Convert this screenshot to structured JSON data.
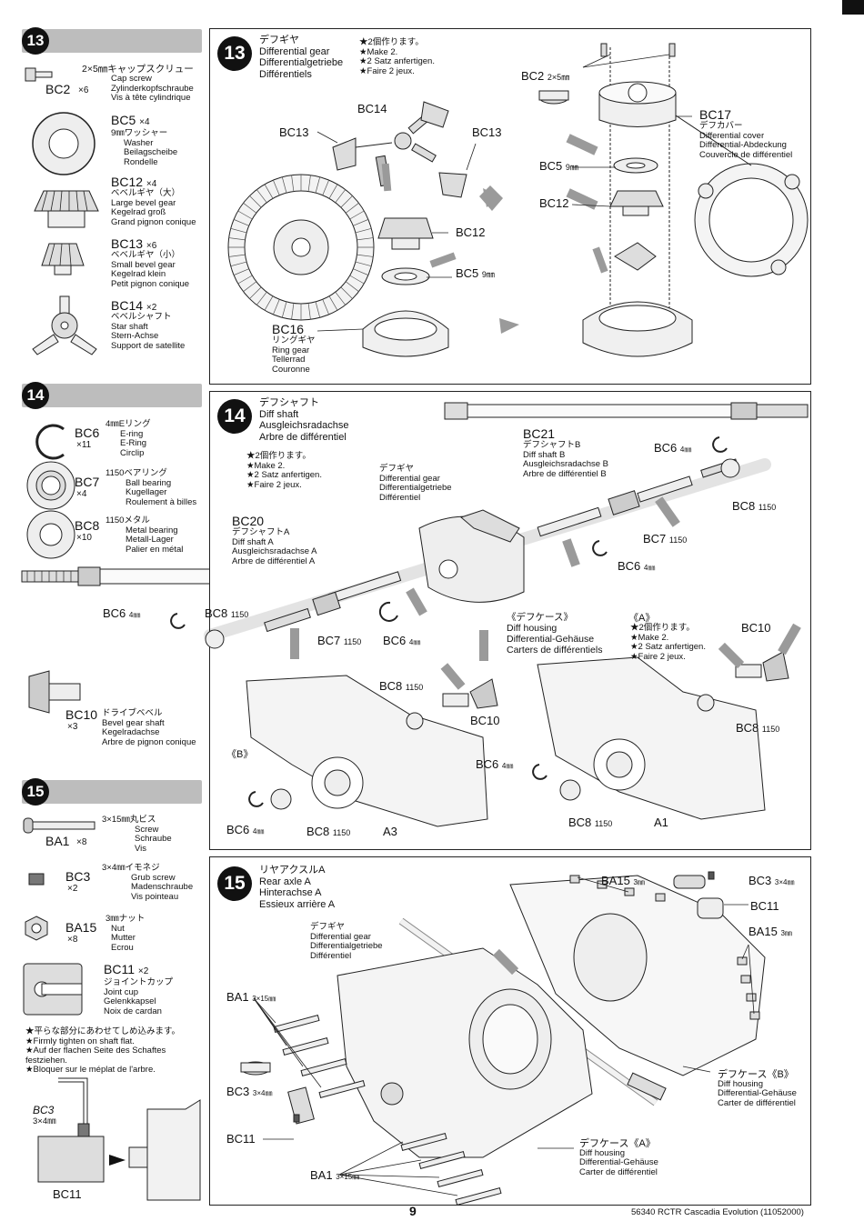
{
  "page_number": "9",
  "footer": "56340 RCTR Cascadia Evolution (11052000)",
  "step13": {
    "num": "13",
    "side": [
      {
        "code": "BC2",
        "qty": "×6",
        "size": "2×5㎜キャップスクリュー",
        "names": [
          "Cap screw",
          "Zylinderkopfschraube",
          "Vis à tête cylindrique"
        ]
      },
      {
        "code": "BC5",
        "qty": "×4",
        "size": "9㎜ワッシャー",
        "names": [
          "Washer",
          "Beilagscheibe",
          "Rondelle"
        ]
      },
      {
        "code": "BC12",
        "qty": "×4",
        "size": "ベベルギヤ（大）",
        "names": [
          "Large bevel gear",
          "Kegelrad groß",
          "Grand pignon conique"
        ]
      },
      {
        "code": "BC13",
        "qty": "×6",
        "size": "ベベルギヤ（小）",
        "names": [
          "Small bevel gear",
          "Kegelrad klein",
          "Petit pignon conique"
        ]
      },
      {
        "code": "BC14",
        "qty": "×2",
        "size": "ベベルシャフト",
        "names": [
          "Star shaft",
          "Stern-Achse",
          "Support de satellite"
        ]
      }
    ],
    "title": [
      "デフギヤ",
      "Differential gear",
      "Differentialgetriebe",
      "Différentiels"
    ],
    "make2": [
      "★2個作ります。",
      "★Make 2.",
      "★2 Satz anfertigen.",
      "★Faire 2 jeux."
    ],
    "labels": {
      "bc14": "BC14",
      "bc13a": "BC13",
      "bc13b": "BC13",
      "bc12": "BC12",
      "bc5": "BC5",
      "bc5size": "9㎜",
      "bc2": "BC2",
      "bc2size": "2×5㎜",
      "bc17": "BC17",
      "bc17names": [
        "デフカバー",
        "Differential cover",
        "Differential-Abdeckung",
        "Couvercle de différentiel"
      ],
      "bc5r": "BC5",
      "bc5rsize": "9㎜",
      "bc12r": "BC12",
      "bc16": "BC16",
      "bc16names": [
        "リングギヤ",
        "Ring gear",
        "Tellerrad",
        "Couronne"
      ]
    }
  },
  "step14": {
    "num": "14",
    "side": [
      {
        "code": "BC6",
        "qty": "×11",
        "size": "4㎜Eリング",
        "names": [
          "E-ring",
          "E-Ring",
          "Circlip"
        ]
      },
      {
        "code": "BC7",
        "qty": "×4",
        "size": "1150ベアリング",
        "names": [
          "Ball bearing",
          "Kugellager",
          "Roulement à billes"
        ]
      },
      {
        "code": "BC8",
        "qty": "×10",
        "size": "1150メタル",
        "names": [
          "Metal bearing",
          "Metall-Lager",
          "Palier en métal"
        ]
      },
      {
        "code": "BC10",
        "qty": "×3",
        "size": "ドライブベベル",
        "names": [
          "Bevel gear shaft",
          "Kegelradachse",
          "Arbre de pignon conique"
        ]
      }
    ],
    "title": [
      "デフシャフト",
      "Diff shaft",
      "Ausgleichsradachse",
      "Arbre de différentiel"
    ],
    "make2": [
      "★2個作ります。",
      "★Make 2.",
      "★2 Satz anfertigen.",
      "★Faire 2 jeux."
    ],
    "diffgear": [
      "デフギヤ",
      "Differential gear",
      "Differentialgetriebe",
      "Différentiel"
    ],
    "bc20": "BC20",
    "bc20names": [
      "デフシャフトA",
      "Diff shaft A",
      "Ausgleichsradachse A",
      "Arbre de différentiel A"
    ],
    "bc21": "BC21",
    "bc21names": [
      "デフシャフトB",
      "Diff shaft B",
      "Ausgleichsradachse B",
      "Arbre de différentiel B"
    ],
    "housing": [
      "《デフケース》",
      "Diff housing",
      "Differential-Gehäuse",
      "Carters de différentiels"
    ],
    "a_label": "《A》",
    "a_make2": [
      "★2個作ります。",
      "★Make 2.",
      "★2 Satz anfertigen.",
      "★Faire 2 jeux."
    ],
    "b_label": "《B》",
    "labels": {
      "bc6_4": "BC6",
      "mm4": "4㎜",
      "bc8": "BC8",
      "n1150": "1150",
      "bc7": "BC7",
      "bc10": "BC10",
      "a3": "A3",
      "a1": "A1"
    }
  },
  "step15": {
    "num": "15",
    "side": [
      {
        "code": "BA1",
        "qty": "×8",
        "size": "3×15㎜丸ビス",
        "names": [
          "Screw",
          "Schraube",
          "Vis"
        ]
      },
      {
        "code": "BC3",
        "qty": "×2",
        "size": "3×4㎜イモネジ",
        "names": [
          "Grub screw",
          "Madenschraube",
          "Vis pointeau"
        ]
      },
      {
        "code": "BA15",
        "qty": "×8",
        "size": "3㎜ナット",
        "names": [
          "Nut",
          "Mutter",
          "Ecrou"
        ]
      },
      {
        "code": "BC11",
        "qty": "×2",
        "size": "ジョイントカップ",
        "names": [
          "Joint cup",
          "Gelenkkapsel",
          "Noix de cardan"
        ]
      }
    ],
    "tighten": [
      "★平らな部分にあわせてしめ込みます。",
      "★Firmly tighten on shaft flat.",
      "★Auf der flachen Seite des Schaftes festziehen.",
      "★Bloquer sur le méplat de l'arbre."
    ],
    "tighten_labels": {
      "bc3": "BC3",
      "bc3size": "3×4㎜",
      "bc11": "BC11"
    },
    "title": [
      "リヤアクスルA",
      "Rear axle A",
      "Hinterachse A",
      "Essieux arrière A"
    ],
    "diffgear": [
      "デフギヤ",
      "Differential gear",
      "Differentialgetriebe",
      "Différentiel"
    ],
    "housingB": [
      "デフケース《B》",
      "Diff housing",
      "Differential-Gehäuse",
      "Carter de différentiel"
    ],
    "housingA": [
      "デフケース《A》",
      "Diff housing",
      "Differential-Gehäuse",
      "Carter de différentiel"
    ],
    "labels": {
      "ba15": "BA15",
      "mm3": "3㎜",
      "bc3": "BC3",
      "bc3size": "3×4㎜",
      "bc11": "BC11",
      "ba1": "BA1",
      "ba1size": "3×15㎜"
    }
  }
}
